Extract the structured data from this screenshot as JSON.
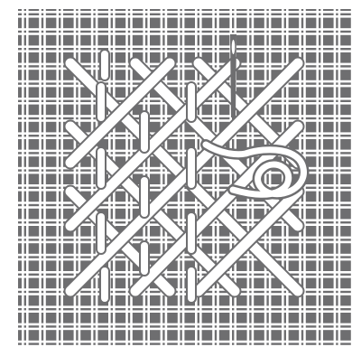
{
  "figure": {
    "colors": {
      "background": "#ffffff",
      "canvas": "#6e6e70",
      "mesh": "#ffffff",
      "stitch_fill": "#ffffff",
      "stitch_outline": "#6e6e70"
    },
    "parts": [
      {
        "name": "canvas-mesh-grid"
      },
      {
        "name": "diagonal-cross-stitches"
      },
      {
        "name": "vertical-upright-stitches"
      },
      {
        "name": "threaded-needle"
      },
      {
        "name": "thread-loop"
      }
    ]
  }
}
